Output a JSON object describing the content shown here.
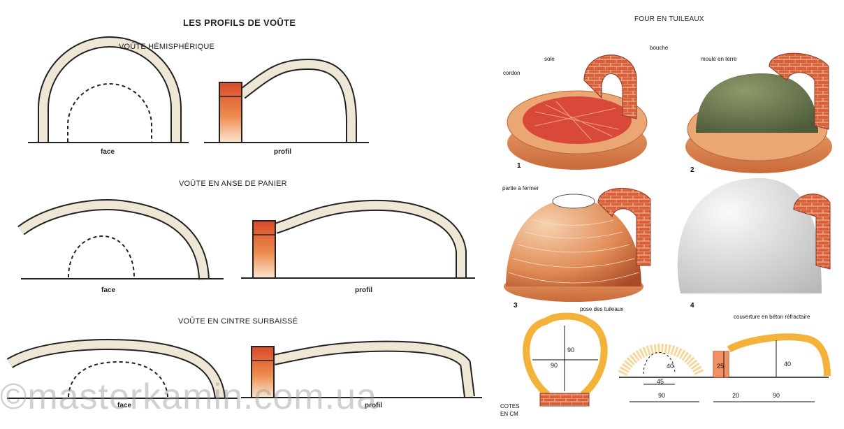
{
  "left_panel": {
    "title": "LES PROFILS DE VOÛTE",
    "sections": [
      {
        "heading": "VOÛTE HÉMISPHÉRIQUE",
        "face_label": "face",
        "profile_label": "profil"
      },
      {
        "heading": "VOÛTE EN ANSE DE PANIER",
        "face_label": "face",
        "profile_label": "profil"
      },
      {
        "heading": "VOÛTE EN CINTRE SURBAISSÉ",
        "face_label": "face",
        "profile_label": "profil"
      }
    ]
  },
  "right_panel": {
    "title": "FOUR EN TUILEAUX",
    "steps": [
      {
        "number": "1",
        "labels": {
          "cordon": "cordon",
          "sole": "sole",
          "bouche": "bouche"
        }
      },
      {
        "number": "2",
        "labels": {
          "moule": "moule en terre"
        }
      },
      {
        "number": "3",
        "labels": {
          "partie": "partie à fermer",
          "pose": "pose des tuileaux"
        }
      },
      {
        "number": "4",
        "labels": {
          "couverture": "couverture en béton réfractaire"
        }
      }
    ],
    "dimensions": {
      "front": {
        "height": "90",
        "width": "90"
      },
      "section": {
        "inner_height": "40",
        "inner_width": "45",
        "width": "90"
      },
      "side": {
        "mouth_height": "25",
        "vault_height": "40",
        "mouth_width": "20",
        "length": "90"
      }
    },
    "units_note": {
      "line1": "COTES",
      "line2": "EN CM"
    }
  },
  "watermark": "©masterkamin.com.ua",
  "colors": {
    "vault_fill": "#efe7d6",
    "brick": "#d9603a",
    "mould": "#6f7a52",
    "concrete": "#dcdcdc",
    "yellow": "#f3b33a"
  }
}
